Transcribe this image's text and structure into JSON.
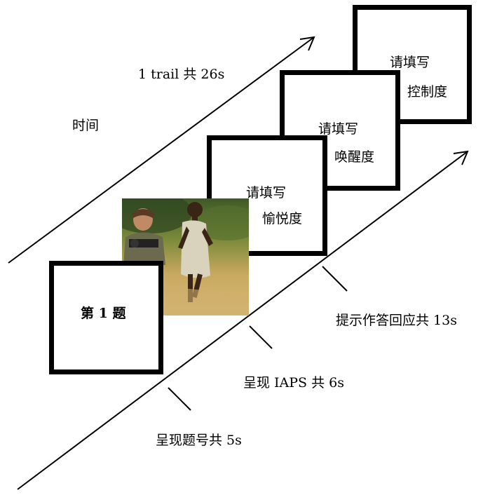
{
  "time_label": "时间",
  "trial_label": "1 trail  共 26s",
  "box_q": {
    "text": "第 1 题"
  },
  "box_valence": {
    "line1": "请填写",
    "line2": "愉悦度"
  },
  "box_arousal": {
    "line1": "请填写",
    "line2": "唤醒度"
  },
  "box_control": {
    "line1": "请填写",
    "line2": "控制度"
  },
  "stage_number": "呈现题号共 5s",
  "stage_iaps": "呈现 IAPS 共 6s",
  "stage_response": "提示作答回应共 13s"
}
